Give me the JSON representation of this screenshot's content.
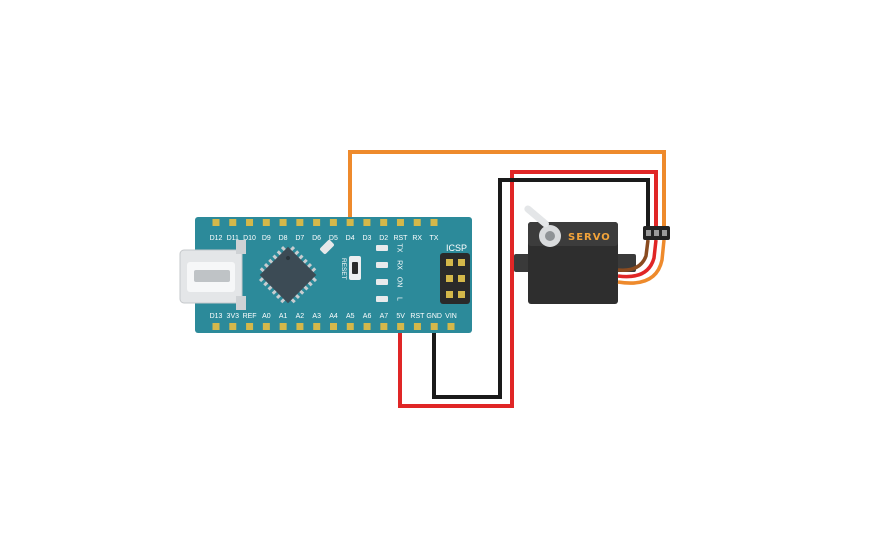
{
  "board": {
    "top_pins": [
      "D12",
      "D11",
      "D10",
      "D9",
      "D8",
      "D7",
      "D6",
      "D5",
      "D4",
      "D3",
      "D2",
      "RST",
      "RX",
      "TX"
    ],
    "bottom_pins": [
      "D13",
      "3V3",
      "REF",
      "A0",
      "A1",
      "A2",
      "A3",
      "A4",
      "A5",
      "A6",
      "A7",
      "5V",
      "RST",
      "GND",
      "VIN"
    ],
    "side_leds": [
      "TX",
      "RX",
      "ON",
      "L"
    ],
    "icsp_label": "ICSP",
    "reset_label": "RESET",
    "colors": {
      "pcb": "#2c8a9a",
      "pin": "#d4b84a",
      "chip": "#3c4b55"
    }
  },
  "servo": {
    "label": "SERVO",
    "colors": {
      "body": "#2e2e2e",
      "label": "#f2a33a"
    }
  },
  "wires": {
    "colors": {
      "signal": "#ee8a2c",
      "power": "#e02626",
      "ground": "#1a1a1a"
    }
  }
}
